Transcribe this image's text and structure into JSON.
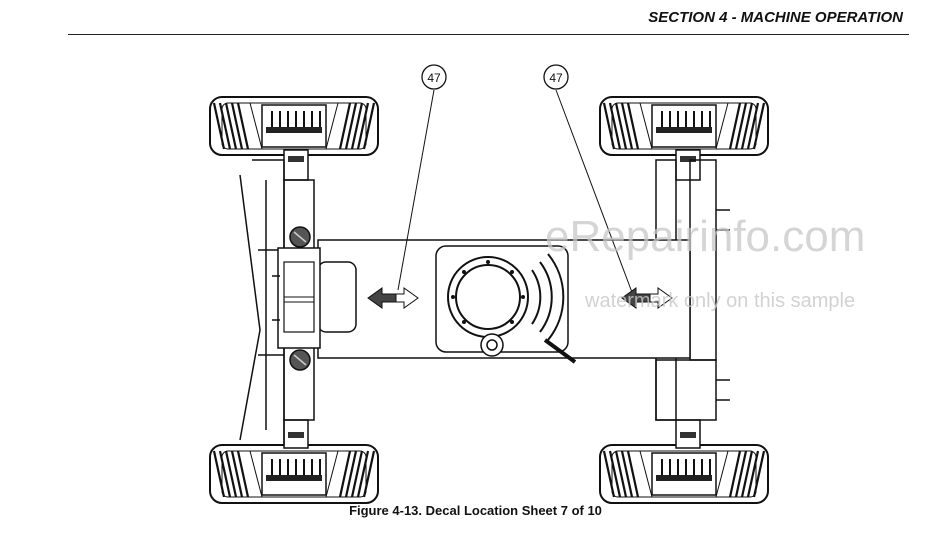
{
  "header": {
    "section_title": "SECTION 4 - MACHINE OPERATION"
  },
  "figure": {
    "caption": "Figure 4-13. Decal Location Sheet 7 of 10",
    "callouts": [
      {
        "label": "47"
      },
      {
        "label": "47"
      }
    ]
  },
  "watermark": {
    "line1": "eRepairinfo.com",
    "line2": "watermark only on this sample"
  }
}
